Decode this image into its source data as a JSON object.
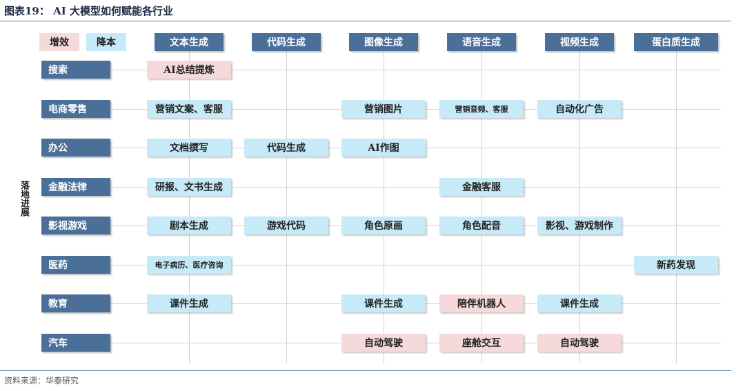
{
  "title": "图表19： AI 大模型如何赋能各行业",
  "source": "资料来源：华泰研究",
  "side_label": "落地进展",
  "legend": {
    "increase": "增效",
    "reduce": "降本"
  },
  "colors": {
    "header": "#4a6f99",
    "blue_cell": "#c6eaf7",
    "pink_cell": "#f5d9db"
  },
  "columns": [
    "文本生成",
    "代码生成",
    "图像生成",
    "语音生成",
    "视频生成",
    "蛋白质生成"
  ],
  "rows": [
    "搜索",
    "电商零售",
    "办公",
    "金融法律",
    "影视游戏",
    "医药",
    "教育",
    "汽车"
  ],
  "cells": [
    {
      "row": 0,
      "col": 0,
      "text": "AI总结提炼",
      "type": "pink"
    },
    {
      "row": 1,
      "col": 0,
      "text": "营销文案、客服",
      "type": "blue"
    },
    {
      "row": 1,
      "col": 2,
      "text": "营销图片",
      "type": "blue"
    },
    {
      "row": 1,
      "col": 3,
      "text": "营销音频、客服",
      "type": "blue",
      "small": true
    },
    {
      "row": 1,
      "col": 4,
      "text": "自动化广告",
      "type": "blue"
    },
    {
      "row": 2,
      "col": 0,
      "text": "文档撰写",
      "type": "blue"
    },
    {
      "row": 2,
      "col": 1,
      "text": "代码生成",
      "type": "blue"
    },
    {
      "row": 2,
      "col": 2,
      "text": "AI作图",
      "type": "blue"
    },
    {
      "row": 3,
      "col": 0,
      "text": "研报、文书生成",
      "type": "blue"
    },
    {
      "row": 3,
      "col": 3,
      "text": "金融客服",
      "type": "blue"
    },
    {
      "row": 4,
      "col": 0,
      "text": "剧本生成",
      "type": "blue"
    },
    {
      "row": 4,
      "col": 1,
      "text": "游戏代码",
      "type": "blue"
    },
    {
      "row": 4,
      "col": 2,
      "text": "角色原画",
      "type": "blue"
    },
    {
      "row": 4,
      "col": 3,
      "text": "角色配音",
      "type": "blue"
    },
    {
      "row": 4,
      "col": 4,
      "text": "影视、游戏制作",
      "type": "blue"
    },
    {
      "row": 5,
      "col": 0,
      "text": "电子病历、医疗咨询",
      "type": "blue",
      "small": true
    },
    {
      "row": 5,
      "col": 5,
      "text": "新药发现",
      "type": "blue"
    },
    {
      "row": 6,
      "col": 0,
      "text": "课件生成",
      "type": "blue"
    },
    {
      "row": 6,
      "col": 2,
      "text": "课件生成",
      "type": "blue"
    },
    {
      "row": 6,
      "col": 3,
      "text": "陪伴机器人",
      "type": "pink"
    },
    {
      "row": 6,
      "col": 4,
      "text": "课件生成",
      "type": "blue"
    },
    {
      "row": 7,
      "col": 2,
      "text": "自动驾驶",
      "type": "pink"
    },
    {
      "row": 7,
      "col": 3,
      "text": "座舱交互",
      "type": "pink"
    },
    {
      "row": 7,
      "col": 4,
      "text": "自动驾驶",
      "type": "pink"
    }
  ]
}
